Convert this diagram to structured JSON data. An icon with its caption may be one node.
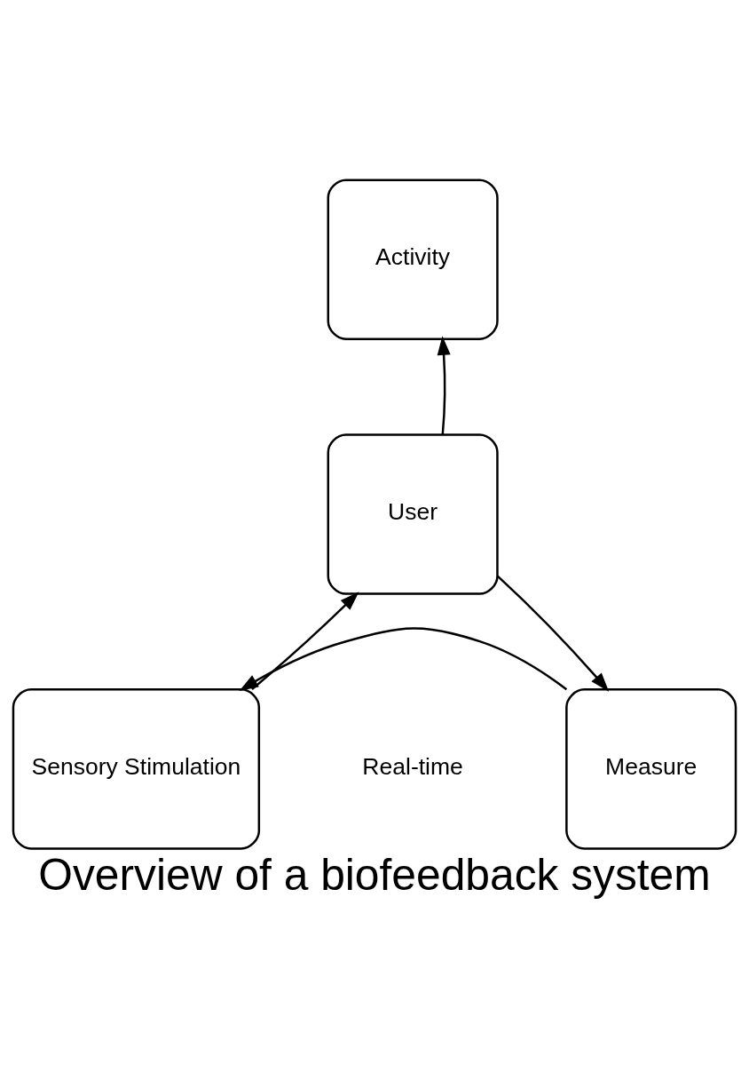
{
  "diagram": {
    "caption": "Overview of a biofeedback system",
    "nodes": [
      {
        "text": [
          "Activity"
        ]
      },
      {
        "text": [
          "User"
        ]
      },
      {
        "text": [
          "Sensory Stimulation"
        ]
      },
      {
        "text": [
          "Measure"
        ]
      }
    ],
    "edges": [
      {
        "from": 1,
        "to": 0,
        "arrow": "to"
      },
      {
        "from": 2,
        "to": 1,
        "arrow": "to"
      },
      {
        "from": 1,
        "to": 3,
        "arrow": "to"
      },
      {
        "from": 3,
        "to": 2,
        "arrow": "to"
      }
    ],
    "labels": [
      "Real-time"
    ]
  }
}
